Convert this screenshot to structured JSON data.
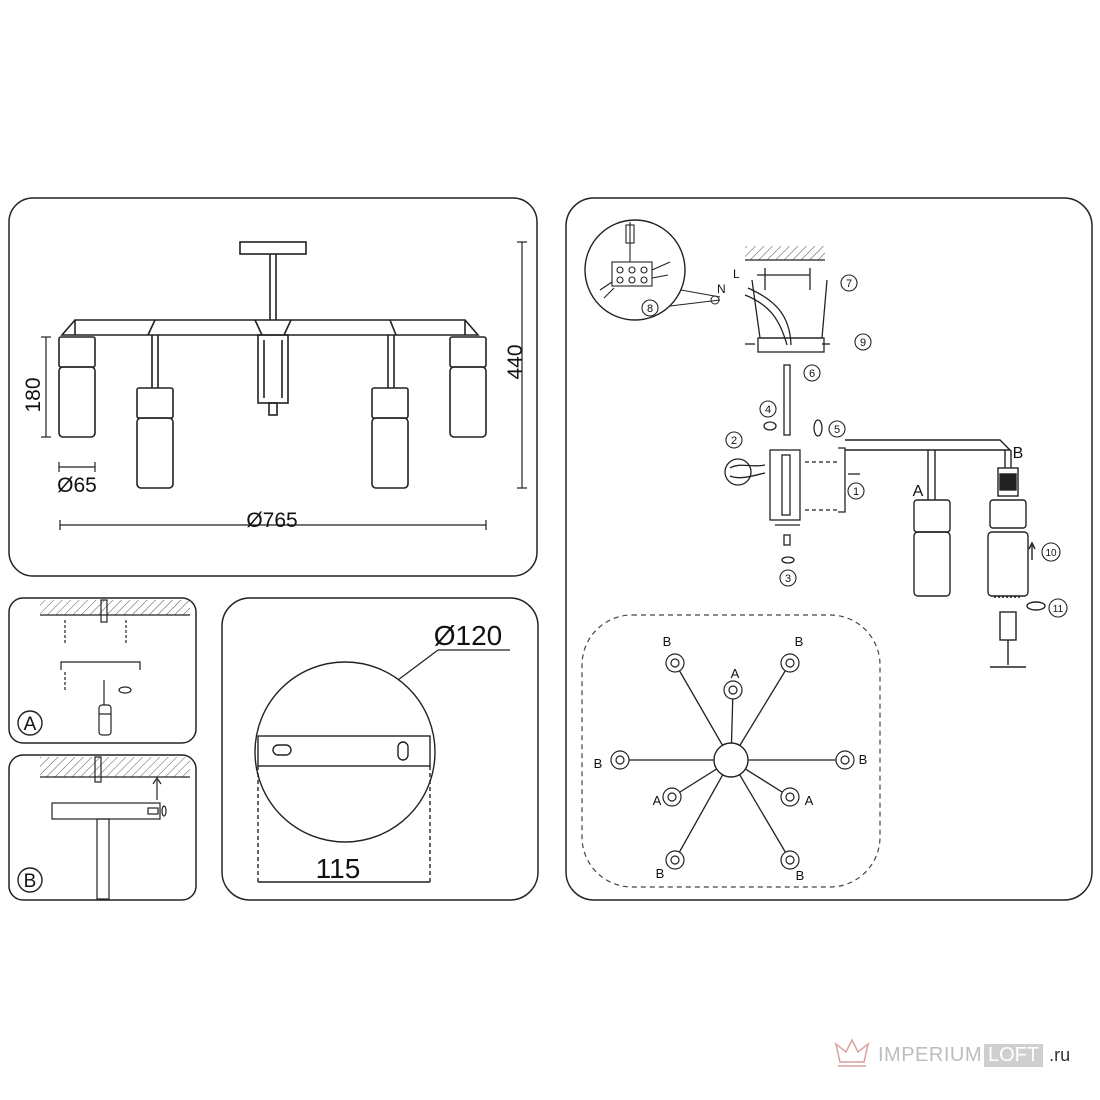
{
  "dimensions": {
    "shade_height": "180",
    "total_height": "440",
    "shade_diameter": "Ø65",
    "span_diameter": "Ø765",
    "canopy_diameter": "Ø120",
    "bracket_width": "115"
  },
  "mounting_variants": {
    "a": "A",
    "b": "B"
  },
  "assembly_steps": [
    "1",
    "2",
    "3",
    "4",
    "5",
    "6",
    "7",
    "8",
    "9",
    "10",
    "11"
  ],
  "wire_labels": {
    "live": "L",
    "neutral": "N"
  },
  "arm_labels": {
    "short_arm": "A",
    "long_arm": "B"
  },
  "layout_labels": [
    "B",
    "B",
    "A",
    "B",
    "B",
    "A",
    "A",
    "B",
    "B"
  ],
  "watermark": {
    "brand": "IMPERIUM",
    "brand_highlight": "LOFT",
    "tld": ".ru"
  }
}
